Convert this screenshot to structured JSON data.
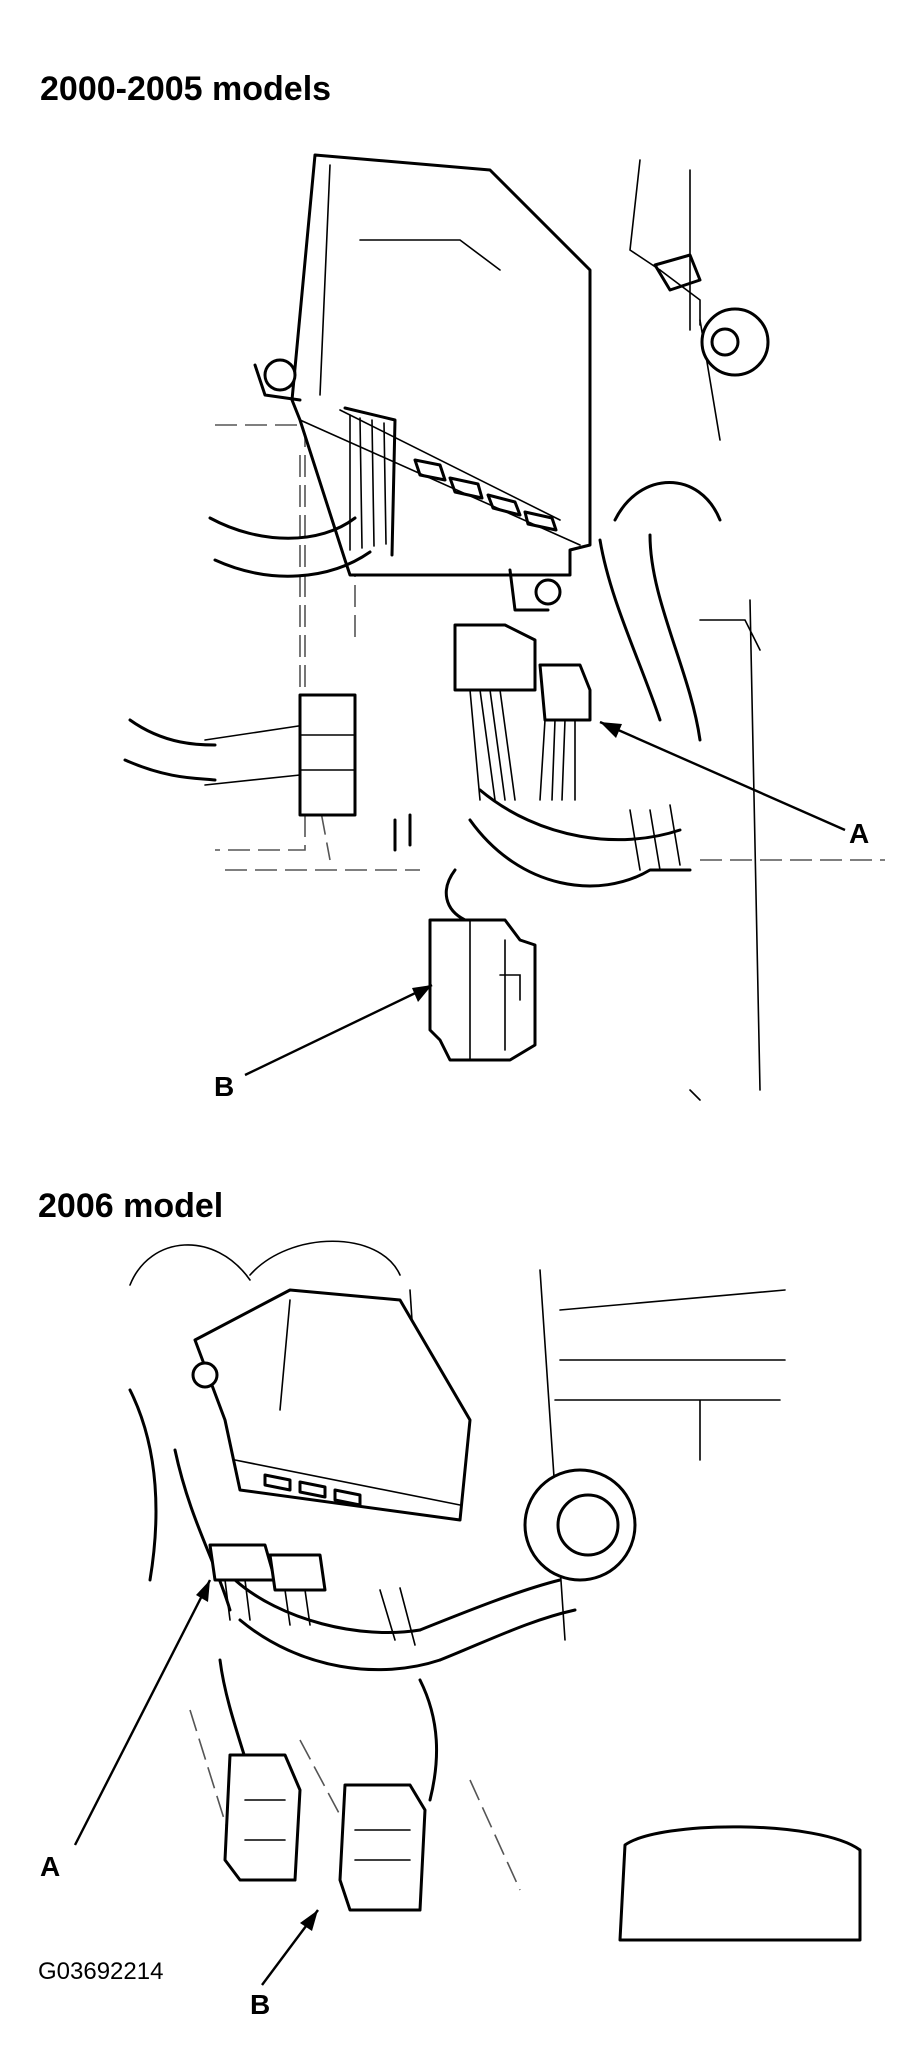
{
  "figure": {
    "top_title": "2000-2005 models",
    "bottom_title": "2006 model",
    "code": "G03692214"
  },
  "callouts": {
    "top_a": "A",
    "top_b": "B",
    "bottom_a": "A",
    "bottom_b": "B"
  }
}
